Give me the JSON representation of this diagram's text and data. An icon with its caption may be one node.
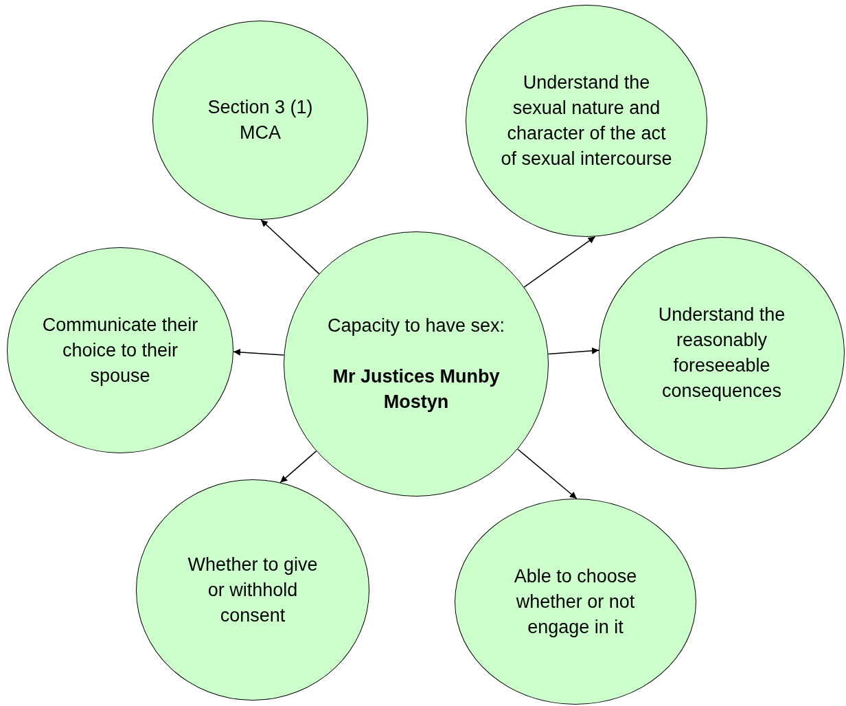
{
  "diagram": {
    "nodes": [
      {
        "text": [
          "Capacity to have sex:",
          "Mr Justices Munby Mostyn"
        ]
      },
      {
        "text": [
          "Section 3 (1) MCA"
        ]
      },
      {
        "text": [
          "Understand the sexual nature and character of the act of sexual intercourse"
        ]
      },
      {
        "text": [
          "Communicate their choice to their spouse"
        ]
      },
      {
        "text": [
          "Understand the reasonably foreseeable consequences"
        ]
      },
      {
        "text": [
          "Whether to give or withhold consent"
        ]
      },
      {
        "text": [
          "Able to choose whether or not engage in it"
        ]
      }
    ],
    "edges": [
      {
        "from": 0,
        "to": 1,
        "arrow": "to"
      },
      {
        "from": 0,
        "to": 2,
        "arrow": "to"
      },
      {
        "from": 0,
        "to": 3,
        "arrow": "to"
      },
      {
        "from": 0,
        "to": 4,
        "arrow": "to"
      },
      {
        "from": 0,
        "to": 5,
        "arrow": "to"
      },
      {
        "from": 0,
        "to": 6,
        "arrow": "to"
      }
    ]
  }
}
